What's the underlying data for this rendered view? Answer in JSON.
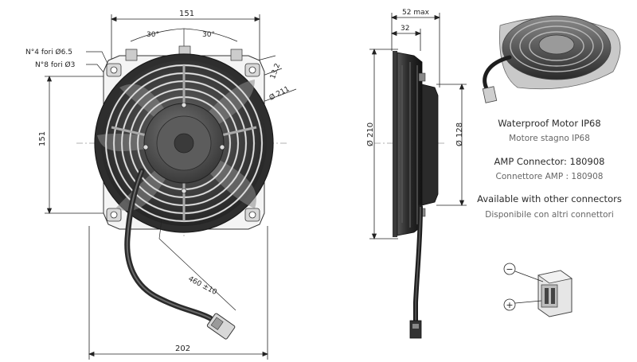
{
  "front_view": {
    "width_dim": "151",
    "angle_left": "30°",
    "angle_right": "30°",
    "holes_4": "N°4 fori  Ø6.5",
    "holes_8": "N°8 fori  Ø3",
    "offset_dim": "13.2",
    "bolt_circle_dim": "Ø 211",
    "height_dim": "151",
    "cable_length": "460 ±10",
    "overall_width": "202"
  },
  "side_view": {
    "max_depth": "52 max",
    "depth": "32",
    "outer_diameter": "Ø 210",
    "motor_diameter": "Ø 128"
  },
  "info": {
    "line1": "Waterproof Motor  IP68",
    "line2": "Motore stagno  IP68",
    "line3": "AMP Connector: 180908",
    "line4": "Connettore AMP : 180908",
    "line5": "Available with other connectors",
    "line6": "Disponibile con altri connettori"
  },
  "connector": {
    "minus_symbol": "−",
    "plus_symbol": "+"
  },
  "colors": {
    "fan_body": "#3a3a3a",
    "fan_shadow": "#1c1c1c",
    "fan_highlight": "#6a6a6a",
    "line": "#222222"
  }
}
